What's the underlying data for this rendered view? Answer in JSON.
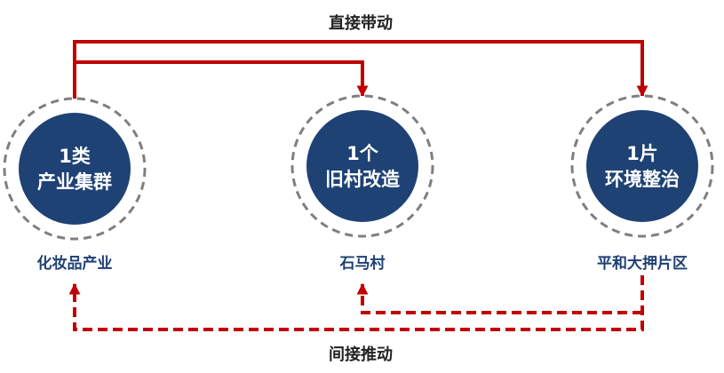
{
  "colors": {
    "arrow_red": "#c00000",
    "circle_fill": "#1f4275",
    "ring_stroke": "#7f7f7f",
    "node_label": "#1f3f74"
  },
  "direct_label": "直接带动",
  "indirect_label": "间接推动",
  "nodes": [
    {
      "line1": "1类",
      "line2": "产业集群",
      "label": "化妆品产业"
    },
    {
      "line1": "1个",
      "line2": "旧村改造",
      "label": "石马村"
    },
    {
      "line1": "1片",
      "line2": "环境整治",
      "label": "平和大押片区"
    }
  ]
}
